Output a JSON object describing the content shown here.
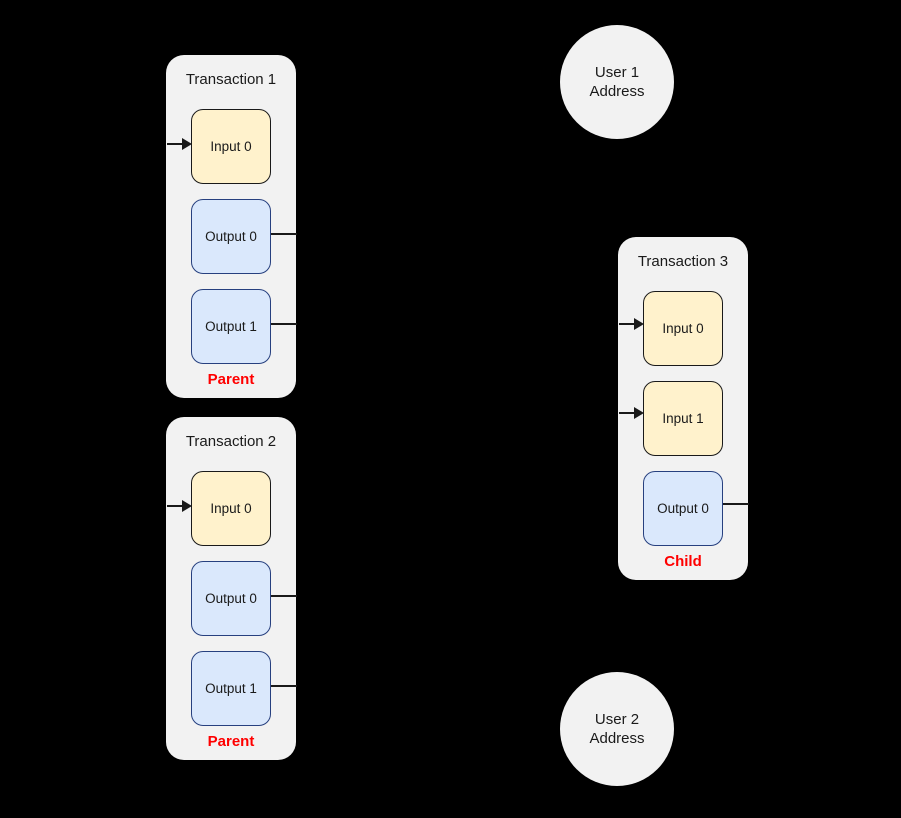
{
  "diagram": {
    "title": "Bitcoin parent-child transaction (CPFP) diagram",
    "background_color": "#000000",
    "card_color": "#f2f2f2",
    "input_color": "#fff2cc",
    "output_color": "#dae8fc",
    "role_color": "#ff0000",
    "stroke_color": "#1a1a1a"
  },
  "transactions": [
    {
      "id": "transaction-1",
      "title": "Transaction 1",
      "role": "Parent",
      "inputs": [
        {
          "label": "Input 0"
        }
      ],
      "outputs": [
        {
          "label": "Output 0"
        },
        {
          "label": "Output 1"
        }
      ]
    },
    {
      "id": "transaction-2",
      "title": "Transaction 2",
      "role": "Parent",
      "inputs": [
        {
          "label": "Input 0"
        }
      ],
      "outputs": [
        {
          "label": "Output 0"
        },
        {
          "label": "Output 1"
        }
      ]
    },
    {
      "id": "transaction-3",
      "title": "Transaction 3",
      "role": "Child",
      "inputs": [
        {
          "label": "Input 0"
        },
        {
          "label": "Input 1"
        }
      ],
      "outputs": [
        {
          "label": "Output 0"
        }
      ]
    }
  ],
  "addresses": [
    {
      "id": "user-1-address",
      "line1": "User 1",
      "line2": "Address"
    },
    {
      "id": "user-2-address",
      "line1": "User 2",
      "line2": "Address"
    }
  ]
}
